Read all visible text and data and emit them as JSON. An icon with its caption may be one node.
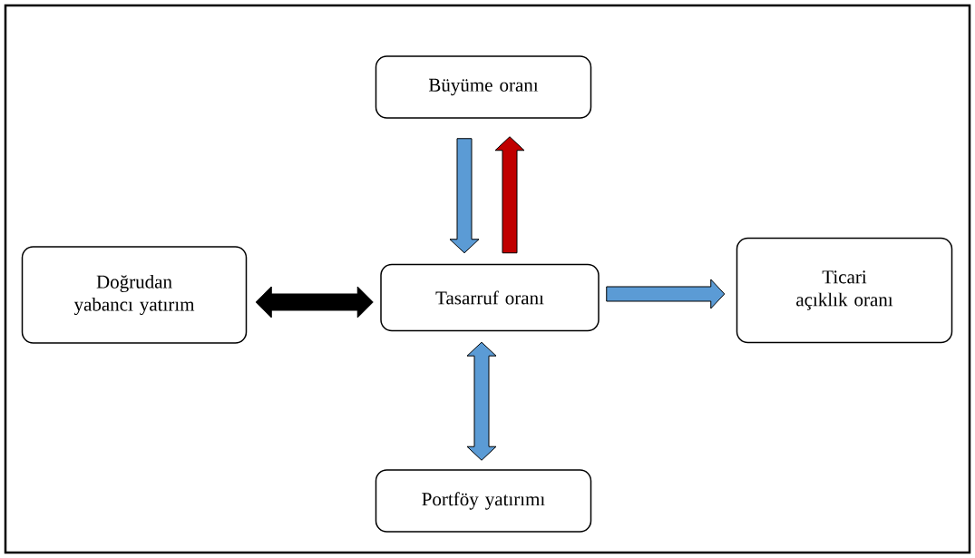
{
  "diagram": {
    "nodes": [
      {
        "text": [
          "Büyüme oranı"
        ]
      },
      {
        "text": [
          "Doğrudan yabancı yatırım"
        ]
      },
      {
        "text": [
          "Tasarruf oranı"
        ]
      },
      {
        "text": [
          "Ticari açıklık oranı"
        ]
      },
      {
        "text": [
          "Portföy yatırımı"
        ]
      }
    ],
    "edges": [
      {
        "from": 0,
        "to": 2,
        "arrow": "to"
      },
      {
        "from": 2,
        "to": 0,
        "arrow": "to",
        "color": "#c00000"
      },
      {
        "from": 1,
        "to": 2,
        "arrow": "both",
        "color": "#000000"
      },
      {
        "from": 2,
        "to": 3,
        "arrow": "to"
      },
      {
        "from": 2,
        "to": 4,
        "arrow": "both"
      }
    ]
  }
}
